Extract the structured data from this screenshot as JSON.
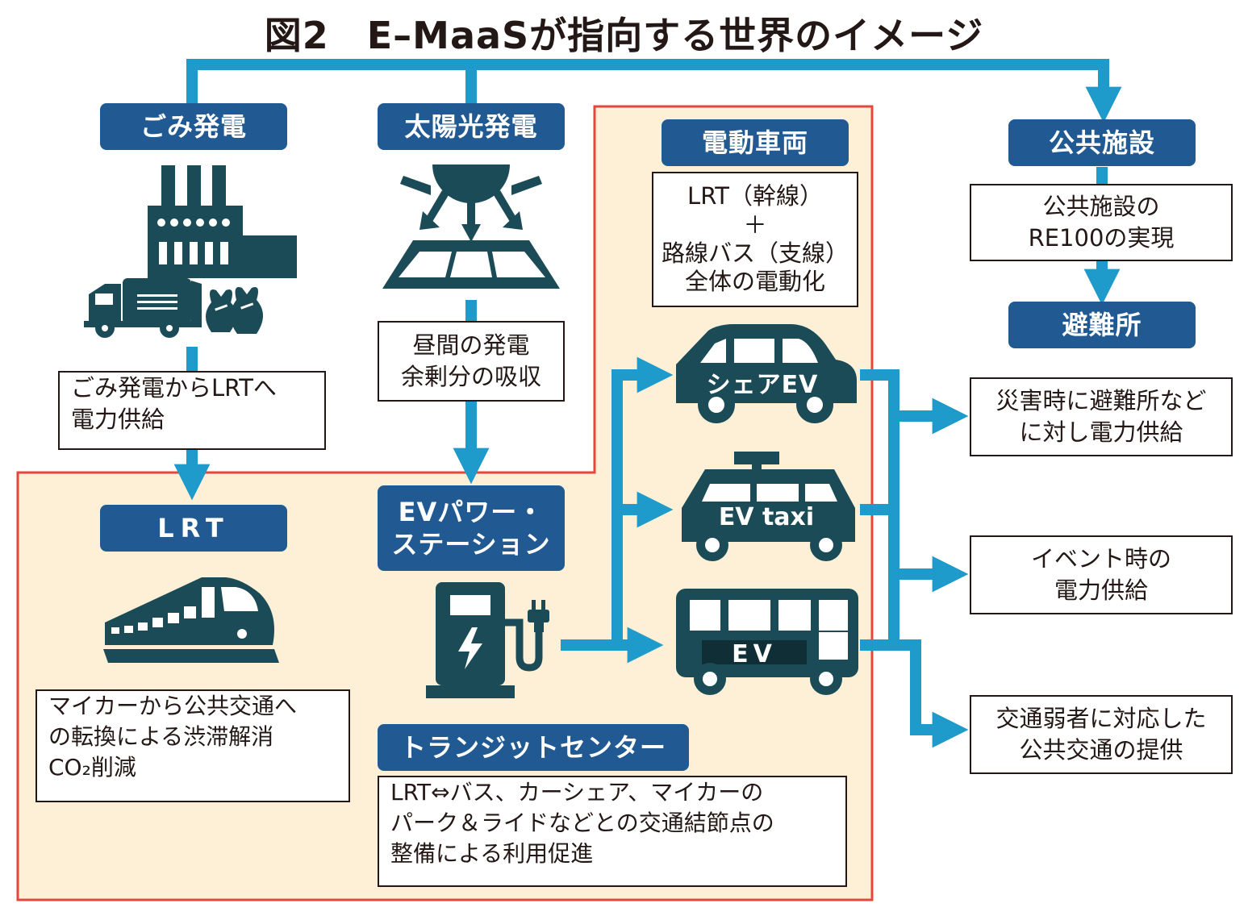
{
  "title": "図2　E–MaaSが指向する世界のイメージ",
  "labels": {
    "gomi": "ごみ発電",
    "solar": "太陽光発電",
    "dendo": "電動車両",
    "public": "公共施設",
    "hinan": "避難所",
    "lrt": "LRT",
    "ev_station": [
      "EVパワー・",
      "ステーション"
    ],
    "transit": "トランジットセンター"
  },
  "boxes": {
    "gomi": [
      "ごみ発電からLRTへ",
      "電力供給"
    ],
    "solar": [
      "昼間の発電",
      "余剰分の吸収"
    ],
    "dendo": [
      "LRT（幹線）",
      "＋",
      "路線バス（支線）",
      "全体の電動化"
    ],
    "public": [
      "公共施設の",
      "RE100の実現"
    ],
    "disaster": [
      "災害時に避難所など",
      "に対し電力供給"
    ],
    "event": [
      "イベント時の",
      "電力供給"
    ],
    "weak": [
      "交通弱者に対応した",
      "公共交通の提供"
    ],
    "lrt": [
      "マイカーから公共交通へ",
      "の転換による渋滞解消",
      "CO₂削減"
    ],
    "transit": [
      "LRT⇔バス、カーシェア、マイカーの",
      "パーク＆ライドなどとの交通結節点の",
      "整備による利用促進"
    ]
  },
  "vehicles": {
    "share": "シェアEV",
    "taxi": "EV taxi",
    "bus": "EV"
  },
  "colors": {
    "label_bg": "#215a92",
    "arrow": "#1e9bcb",
    "icon": "#1b4b57",
    "zone_fill": "#fdf0d6",
    "zone_border": "#e5473f"
  },
  "icons": [
    "factory-icon",
    "garbage-truck-icon",
    "garbage-bags-icon",
    "sun-icon",
    "solar-panel-icon",
    "train-icon",
    "charging-station-icon",
    "plug-icon",
    "car-icon",
    "taxi-icon",
    "bus-icon"
  ]
}
